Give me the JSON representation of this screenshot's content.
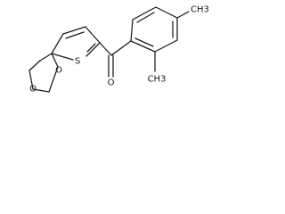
{
  "atoms": {
    "dioxolane_O_top": "O",
    "dioxolane_O_bottom": "O",
    "thiophene_S": "S",
    "carbonyl_O": "O",
    "methyl_2": "CH3",
    "methyl_3": "CH3"
  },
  "colors": {
    "bond": "#1a1a1a",
    "background": "#ffffff"
  }
}
